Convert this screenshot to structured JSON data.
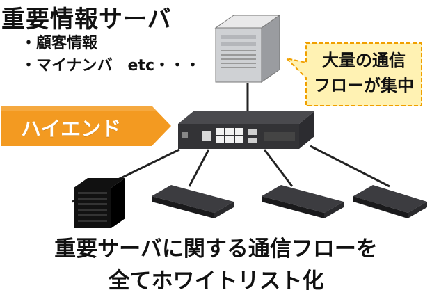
{
  "title": "重要情報サーバ",
  "bullets": [
    "・顧客情報",
    "・マイナンバ　etc・・・"
  ],
  "callout": {
    "line1": "大量の通信",
    "line2": "フローが集中",
    "fill": "#fff2b3",
    "stroke": "#f0a000"
  },
  "badge": {
    "label": "ハイエンド",
    "color": "#f39a21"
  },
  "caption": {
    "line1": "重要サーバに関する通信フローを",
    "line2": "全てホワイトリスト化"
  }
}
